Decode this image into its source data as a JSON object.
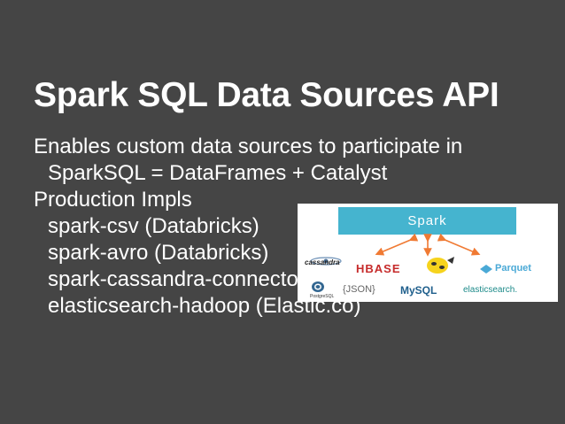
{
  "slide": {
    "title": "Spark SQL Data Sources API",
    "lines": [
      "Enables custom data sources to participate in",
      "SparkSQL = DataFrames + Catalyst",
      "Production Impls",
      "spark-csv (Databricks)",
      "spark-avro (Databricks)",
      "spark-cassandra-connector (DataStax)",
      "elasticsearch-hadoop (Elastic.co)"
    ]
  },
  "diagram": {
    "center_label": "Spark",
    "logos": {
      "cassandra": "cassandra",
      "hbase": "HBASE",
      "parquet": "Parquet",
      "json": "{JSON}",
      "mysql": "MySQL",
      "elasticsearch": "elasticsearch.",
      "postgresql": "PostgreSQL"
    }
  },
  "colors": {
    "background": "#454545",
    "text": "#ffffff",
    "spark_box": "#45b4cf",
    "arrow": "#f07a33"
  }
}
